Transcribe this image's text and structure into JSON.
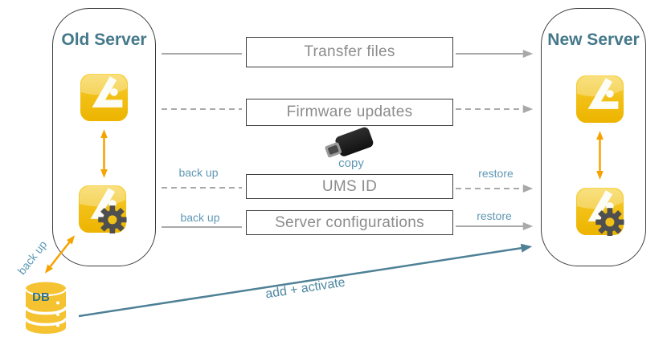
{
  "old_server": {
    "title": "Old Server"
  },
  "new_server": {
    "title": "New Server"
  },
  "steps": [
    {
      "label": "Transfer files",
      "connection": "solid"
    },
    {
      "label": "Firmware updates",
      "connection": "dashed"
    },
    {
      "label": "UMS ID",
      "connection": "dashed",
      "back_up": "back up",
      "restore": "restore"
    },
    {
      "label": "Server configurations",
      "connection": "solid",
      "back_up": "back up",
      "restore": "restore"
    }
  ],
  "usb": {
    "label": "copy"
  },
  "database": {
    "label": "DB",
    "back_up": "back up"
  },
  "add_activate": {
    "label": "add + activate"
  },
  "icons": {
    "igel_app": "igel-ums-icon",
    "igel_app_gear": "igel-ums-config-icon",
    "usb": "usb-stick-icon",
    "db": "database-cylinder-icon"
  },
  "colors": {
    "title_teal": "#44788a",
    "label_blue": "#5f97b4",
    "line_gray": "#a9a9a9",
    "box_border": "#3e3e3e",
    "box_text": "#8c8c8c",
    "accent_orange": "#f5a300",
    "teal_arrow": "#4e8096",
    "icon_yellow": "#f2c117"
  }
}
